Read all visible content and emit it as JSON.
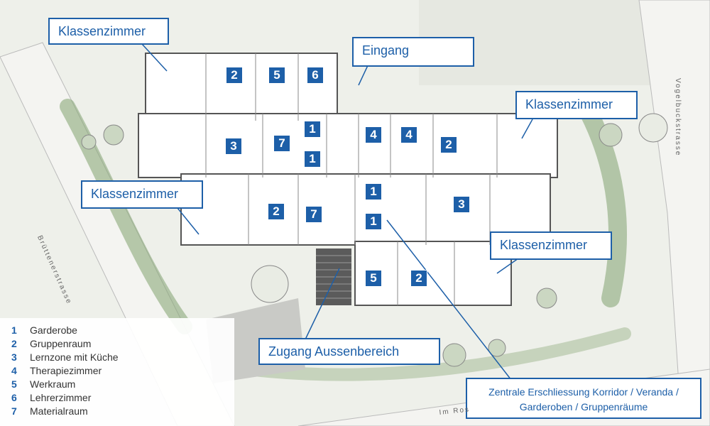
{
  "badges": [
    "2",
    "5",
    "6",
    "3",
    "7",
    "1",
    "1",
    "4",
    "4",
    "2",
    "1",
    "2",
    "7",
    "1",
    "3",
    "5",
    "2"
  ],
  "callouts": {
    "klassen_top_left": "Klassenzimmer",
    "eingang": "Eingang",
    "klassen_top_right": "Klassenzimmer",
    "klassen_mid_left": "Klassenzimmer",
    "klassen_mid_right": "Klassenzimmer",
    "zugang": "Zugang Aussenbereich",
    "zentrale_line1": "Zentrale Erschliessung Korridor / Veranda /",
    "zentrale_line2": "Garderoben / Gruppenräume"
  },
  "legend": [
    {
      "num": "1",
      "label": "Garderobe"
    },
    {
      "num": "2",
      "label": "Gruppenraum"
    },
    {
      "num": "3",
      "label": "Lernzone mit Küche"
    },
    {
      "num": "4",
      "label": "Therapiezimmer"
    },
    {
      "num": "5",
      "label": "Werkraum"
    },
    {
      "num": "6",
      "label": "Lehrerzimmer"
    },
    {
      "num": "7",
      "label": "Materialraum"
    }
  ],
  "streets": {
    "bruettenerstrasse": "Brüttenerstrasse",
    "vogelbuckstrasse": "Vogelbuckstrasse",
    "im_ros": "Im Ros"
  },
  "colors": {
    "accent": "#1d5fa8",
    "green": "#8aa97a",
    "building": "#ffffff",
    "line": "#555555"
  }
}
